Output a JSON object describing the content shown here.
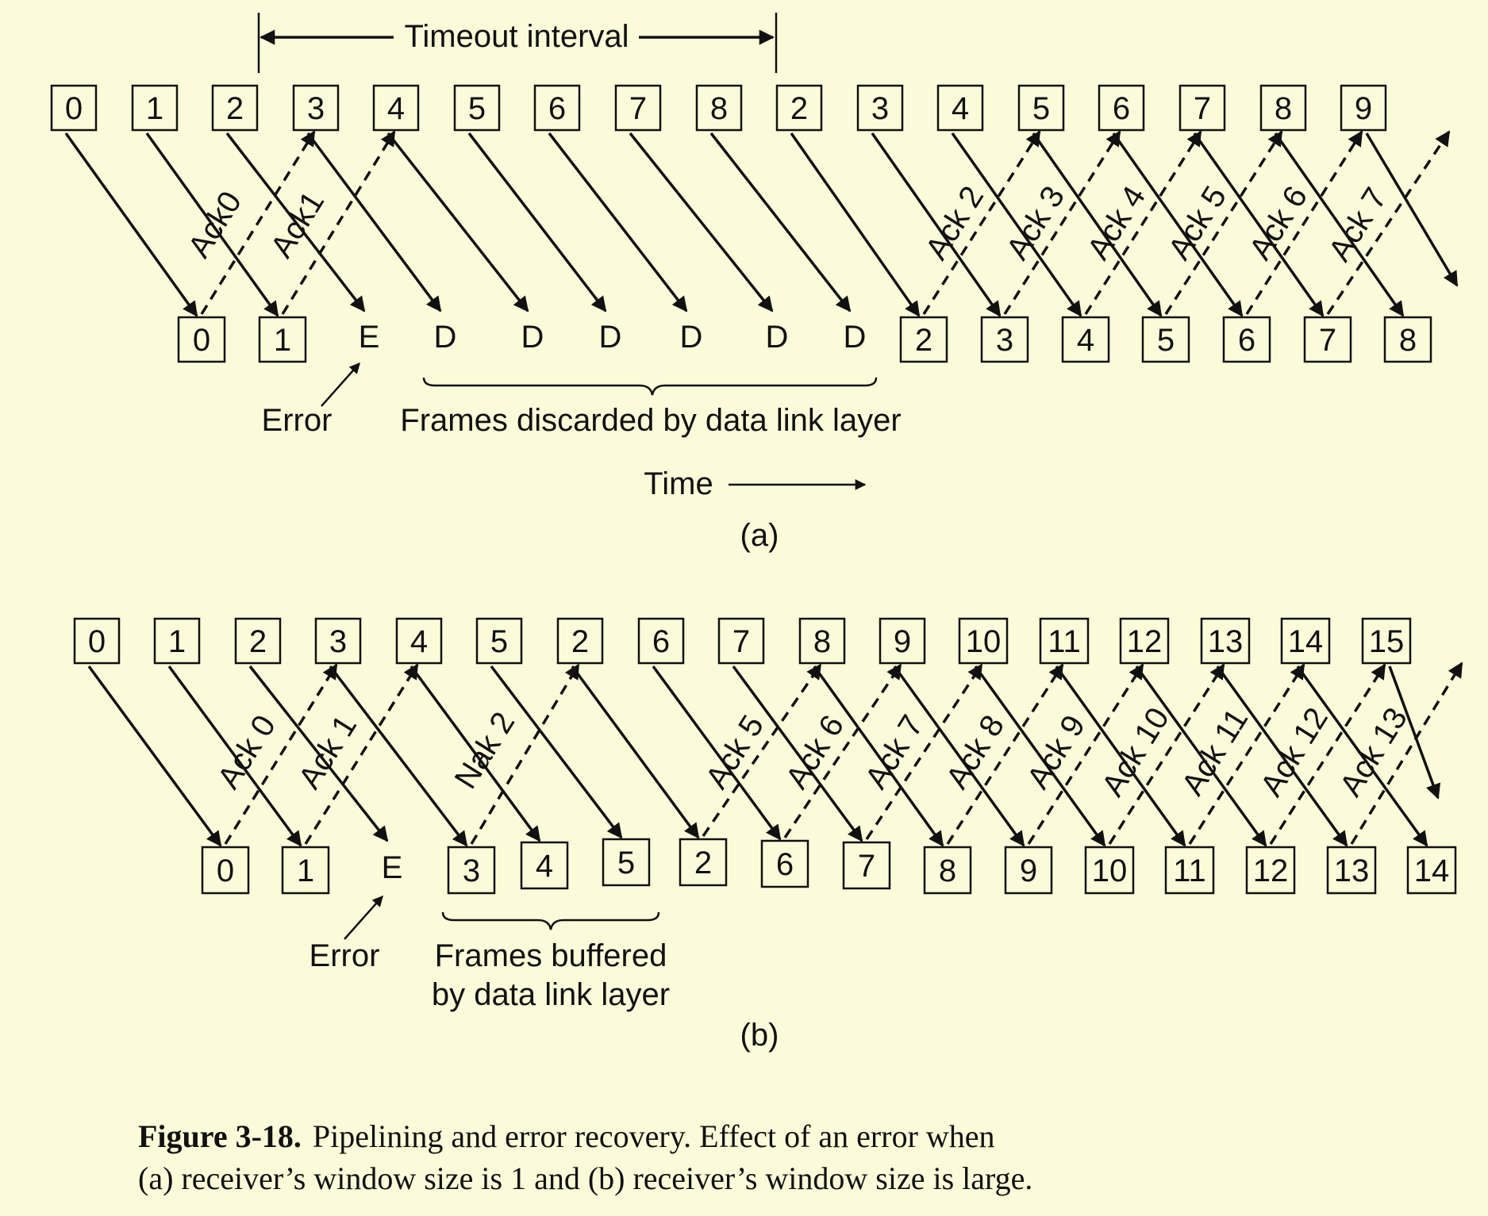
{
  "part_a": {
    "timeout_label": "Timeout interval",
    "sender_frames": [
      "0",
      "1",
      "2",
      "3",
      "4",
      "5",
      "6",
      "7",
      "8",
      "2",
      "3",
      "4",
      "5",
      "6",
      "7",
      "8",
      "9"
    ],
    "receiver_items": [
      "0",
      "1",
      "E",
      "D",
      "D",
      "D",
      "D",
      "D",
      "D",
      "2",
      "3",
      "4",
      "5",
      "6",
      "7",
      "8"
    ],
    "acks": [
      "Ack0",
      "Ack1",
      "Ack 2",
      "Ack 3",
      "Ack 4",
      "Ack 5",
      "Ack 6",
      "Ack 7"
    ],
    "error_label": "Error",
    "discard_label": "Frames discarded by data link layer",
    "time_label": "Time",
    "sublabel": "(a)"
  },
  "part_b": {
    "sender_frames": [
      "0",
      "1",
      "2",
      "3",
      "4",
      "5",
      "2",
      "6",
      "7",
      "8",
      "9",
      "10",
      "11",
      "12",
      "13",
      "14",
      "15"
    ],
    "receiver_items": [
      "0",
      "1",
      "E",
      "3",
      "4",
      "5",
      "2",
      "6",
      "7",
      "8",
      "9",
      "10",
      "11",
      "12",
      "13",
      "14"
    ],
    "acks": [
      "Ack 0",
      "Ack 1",
      "Nak 2",
      "Ack 5",
      "Ack 6",
      "Ack 7",
      "Ack 8",
      "Ack 9",
      "Ack 10",
      "Ack 11",
      "Ack 12",
      "Ack 13"
    ],
    "error_label": "Error",
    "buffer_label_line1": "Frames buffered",
    "buffer_label_line2": "by data link layer",
    "sublabel": "(b)"
  },
  "caption": {
    "label": "Figure 3-18.",
    "line1": "Pipelining and error recovery. Effect of an error when",
    "line2": "(a) receiver’s window size is 1 and (b) receiver’s window size is large."
  }
}
